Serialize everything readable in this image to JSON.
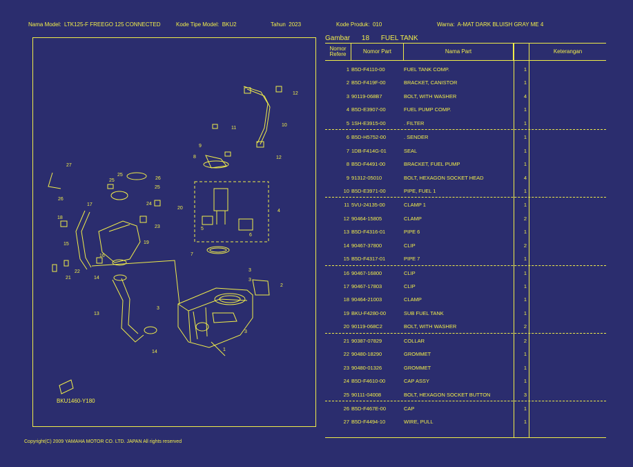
{
  "header": {
    "model_name_label": "Nama Model:",
    "model_name": "LTK125-F FREEGO 125 CONNECTED",
    "model_type_label": "Kode Tipe Model:",
    "model_type": "BKU2",
    "year_label": "Tahun",
    "year": "2023",
    "product_code_label": "Kode Produk:",
    "product_code": "010",
    "color_label": "Warna:",
    "color": "A-MAT DARK BLUISH GRAY ME 4"
  },
  "figure": {
    "label": "Gambar",
    "number": "18",
    "title": "FUEL TANK"
  },
  "diagram": {
    "code": "BKU1460-Y180",
    "callouts": [
      "1",
      "2",
      "3",
      "4",
      "5",
      "6",
      "7",
      "8",
      "9",
      "10",
      "11",
      "12",
      "13",
      "14",
      "15",
      "16",
      "17",
      "18",
      "19",
      "20",
      "21",
      "22",
      "23",
      "24",
      "25",
      "26",
      "27"
    ]
  },
  "table": {
    "headers": {
      "ref": "Nomor Refere",
      "part_no": "Nomor Part",
      "part_name": "Nama Part",
      "qty": "",
      "note": "Keterangan"
    },
    "rows": [
      {
        "no": "1",
        "pn": "B5D-F4110-00",
        "name": "FUEL TANK COMP.",
        "qty": "1"
      },
      {
        "no": "2",
        "pn": "B5D-F419F-00",
        "name": "BRACKET, CANISTOR",
        "qty": "1"
      },
      {
        "no": "3",
        "pn": "90119-068B7",
        "name": "BOLT, WITH WASHER",
        "qty": "4"
      },
      {
        "no": "4",
        "pn": "B5D-E3907-00",
        "name": "FUEL PUMP COMP.",
        "qty": "1"
      },
      {
        "no": "5",
        "pn": "1SH-E3915-00",
        "name": ". FILTER",
        "qty": "1"
      },
      {
        "no": "6",
        "pn": "B5D-H5752-00",
        "name": ". SENDER",
        "qty": "1"
      },
      {
        "no": "7",
        "pn": "1DB-F414G-01",
        "name": "SEAL",
        "qty": "1"
      },
      {
        "no": "8",
        "pn": "B5D-F4491-00",
        "name": "BRACKET, FUEL PUMP",
        "qty": "1"
      },
      {
        "no": "9",
        "pn": "91312-05010",
        "name": "BOLT, HEXAGON SOCKET HEAD",
        "qty": "4"
      },
      {
        "no": "10",
        "pn": "B5D-E3971-00",
        "name": "PIPE, FUEL 1",
        "qty": "1"
      },
      {
        "no": "11",
        "pn": "5VU-24135-00",
        "name": "CLAMP 1",
        "qty": "1"
      },
      {
        "no": "12",
        "pn": "90464-15805",
        "name": "CLAMP",
        "qty": "2"
      },
      {
        "no": "13",
        "pn": "B5D-F4316-01",
        "name": "PIPE 6",
        "qty": "1"
      },
      {
        "no": "14",
        "pn": "90467-37800",
        "name": "CLIP",
        "qty": "2"
      },
      {
        "no": "15",
        "pn": "B5D-F4317-01",
        "name": "PIPE 7",
        "qty": "1"
      },
      {
        "no": "16",
        "pn": "90467-16800",
        "name": "CLIP",
        "qty": "1"
      },
      {
        "no": "17",
        "pn": "90467-17803",
        "name": "CLIP",
        "qty": "1"
      },
      {
        "no": "18",
        "pn": "90464-21003",
        "name": "CLAMP",
        "qty": "1"
      },
      {
        "no": "19",
        "pn": "BKU-F4280-00",
        "name": "SUB FUEL TANK",
        "qty": "1"
      },
      {
        "no": "20",
        "pn": "90119-068C2",
        "name": "BOLT, WITH WASHER",
        "qty": "2"
      },
      {
        "no": "21",
        "pn": "90387-07829",
        "name": "COLLAR",
        "qty": "2"
      },
      {
        "no": "22",
        "pn": "90480-18290",
        "name": "GROMMET",
        "qty": "1"
      },
      {
        "no": "23",
        "pn": "90480-01326",
        "name": "GROMMET",
        "qty": "1"
      },
      {
        "no": "24",
        "pn": "B5D-F4610-00",
        "name": "CAP ASSY",
        "qty": "1"
      },
      {
        "no": "25",
        "pn": "90111-04008",
        "name": "BOLT, HEXAGON SOCKET BUTTON",
        "qty": "3"
      },
      {
        "no": "26",
        "pn": "B5D-F467E-00",
        "name": "CAP",
        "qty": "1"
      },
      {
        "no": "27",
        "pn": "B5D-F4494-10",
        "name": "WIRE, PULL",
        "qty": "1"
      }
    ]
  },
  "footer": {
    "copyright": "Copyright(C) 2009 YAMAHA MOTOR CO. LTD. JAPAN All rights reserved"
  },
  "colors": {
    "background": "#2b2d6e",
    "foreground": "#f2ee4a"
  }
}
